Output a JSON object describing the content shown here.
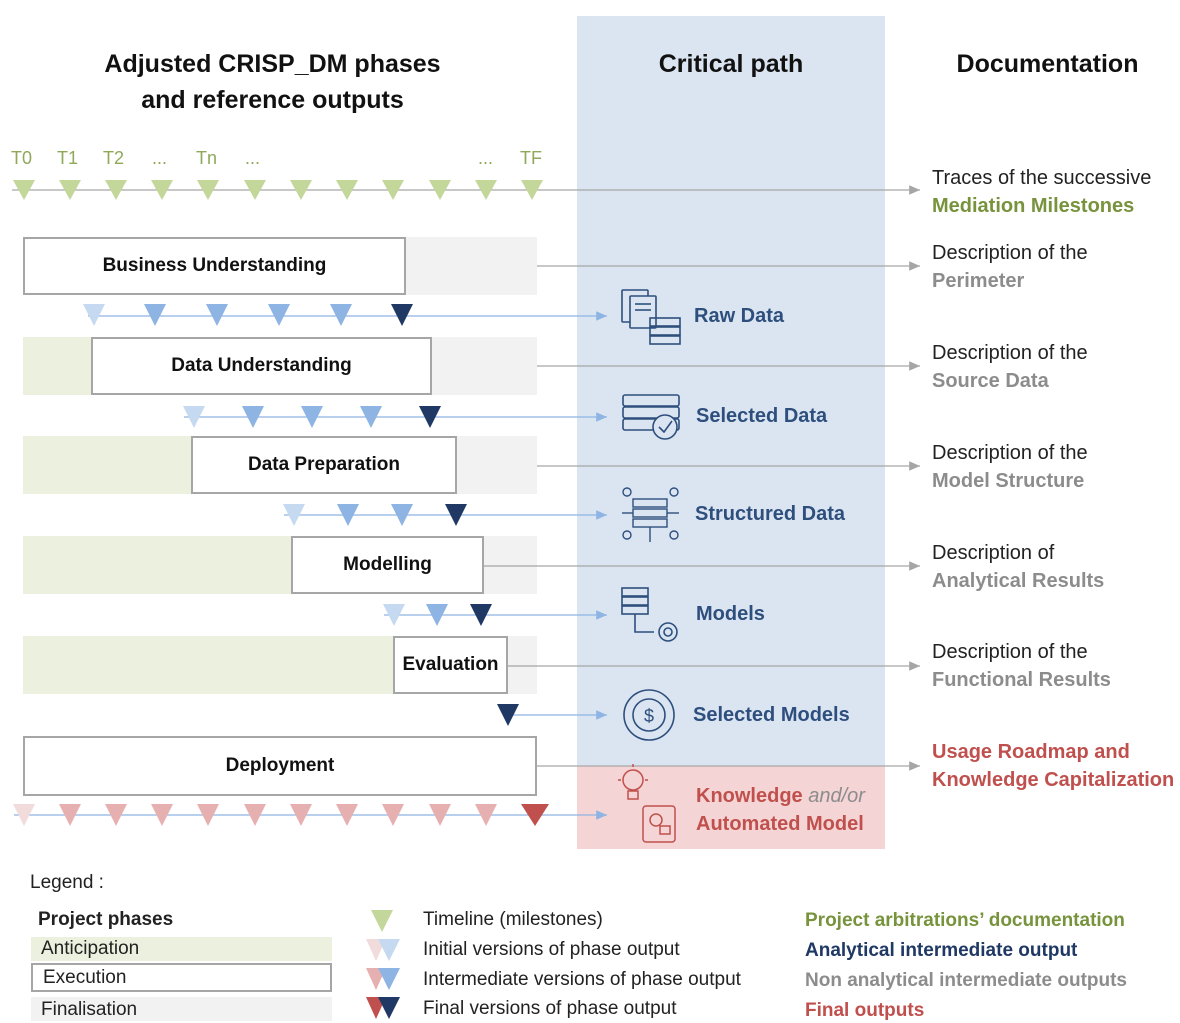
{
  "headers": {
    "phases_line1": "Adjusted CRISP_DM phases",
    "phases_line2": "and reference outputs",
    "critical_path": "Critical path",
    "documentation": "Documentation"
  },
  "timeline_ticks": [
    "T0",
    "T1",
    "T2",
    "...",
    "Tn",
    "...",
    "...",
    "TF"
  ],
  "phases": [
    {
      "name": "Business Understanding"
    },
    {
      "name": "Data Understanding"
    },
    {
      "name": "Data Preparation"
    },
    {
      "name": "Modelling"
    },
    {
      "name": "Evaluation"
    },
    {
      "name": "Deployment"
    }
  ],
  "outputs": [
    {
      "label": "Raw Data",
      "icon": "documents-server-icon"
    },
    {
      "label": "Selected Data",
      "icon": "data-check-icon"
    },
    {
      "label": "Structured Data",
      "icon": "data-structure-icon"
    },
    {
      "label": "Models",
      "icon": "server-gear-icon"
    },
    {
      "label": "Selected Models",
      "icon": "gear-dollar-icon"
    }
  ],
  "final_output": {
    "part1": "Knowledge",
    "part2": " and/or",
    "part3": "Automated Model",
    "icons": [
      "lightbulb-icon",
      "tablet-gear-icon"
    ]
  },
  "documentation": [
    {
      "line1": "Traces of the successive",
      "line2": "Mediation Milestones",
      "color": "#77933c"
    },
    {
      "line1": "Description of the",
      "line2": "Perimeter",
      "color": "#8c8c8c"
    },
    {
      "line1": "Description of the",
      "line2": "Source Data",
      "color": "#8c8c8c"
    },
    {
      "line1": "Description of the",
      "line2": "Model Structure",
      "color": "#8c8c8c"
    },
    {
      "line1": "Description of",
      "line2": "Analytical Results",
      "color": "#8c8c8c"
    },
    {
      "line1": "Description of the",
      "line2": "Functional Results",
      "color": "#8c8c8c"
    },
    {
      "line1": "Usage Roadmap and",
      "line2": "Knowledge Capitalization",
      "color": "#c0504d"
    }
  ],
  "legend": {
    "title": "Legend :",
    "phases_title": "Project phases",
    "anticipation": "Anticipation",
    "execution": "Execution",
    "finalisation": "Finalisation",
    "timeline": "Timeline (milestones)",
    "initial": "Initial versions of phase output",
    "intermediate": "Intermediate versions of phase output",
    "final": "Final versions of phase output",
    "arbitrations": "Project arbitrations’ documentation",
    "analytical": "Analytical intermediate output",
    "non_analytical": "Non analytical intermediate outputs",
    "final_outputs": "Final outputs"
  },
  "colors": {
    "anticipation": "#ebf1de",
    "finalisation": "#f2f2f2",
    "critical_path_bg": "#dbe5f1",
    "final_bg": "#f4d4d4",
    "milestone_green": "#c4d79b",
    "blue_light": "#c5d9f1",
    "blue_mid": "#8db4e2",
    "blue_dark": "#1f3864",
    "red_light": "#f2dcdb",
    "red_mid": "#e6b0b0",
    "red_dark": "#c0504d",
    "doc_green": "#77933c",
    "doc_blue": "#1f3864",
    "doc_grey": "#8c8c8c",
    "doc_red": "#c0504d"
  }
}
